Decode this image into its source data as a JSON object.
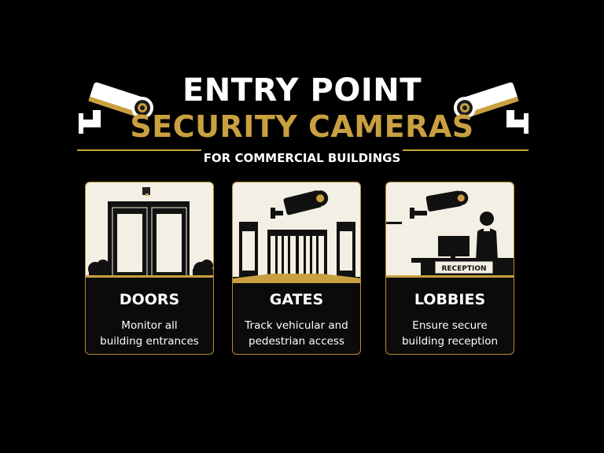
{
  "header": {
    "title_line1": "ENTRY POINT",
    "title_line2": "SECURITY CAMERAS",
    "subtitle": "FOR COMMERCIAL BUILDINGS"
  },
  "colors": {
    "background": "#000000",
    "accent_gold": "#c9a040",
    "text": "#ffffff",
    "card_art_bg": "#f3efe4"
  },
  "icons": [
    "security-camera-icon",
    "double-door-icon",
    "gate-icon",
    "reception-desk-icon"
  ],
  "cards": [
    {
      "heading": "DOORS",
      "desc_line1": "Monitor all",
      "desc_line2": "building entrances"
    },
    {
      "heading": "GATES",
      "desc_line1": "Track vehicular and",
      "desc_line2": "pedestrian access"
    },
    {
      "heading": "LOBBIES",
      "desc_line1": "Ensure secure",
      "desc_line2": "building reception",
      "desk_sign": "RECEPTION"
    }
  ]
}
